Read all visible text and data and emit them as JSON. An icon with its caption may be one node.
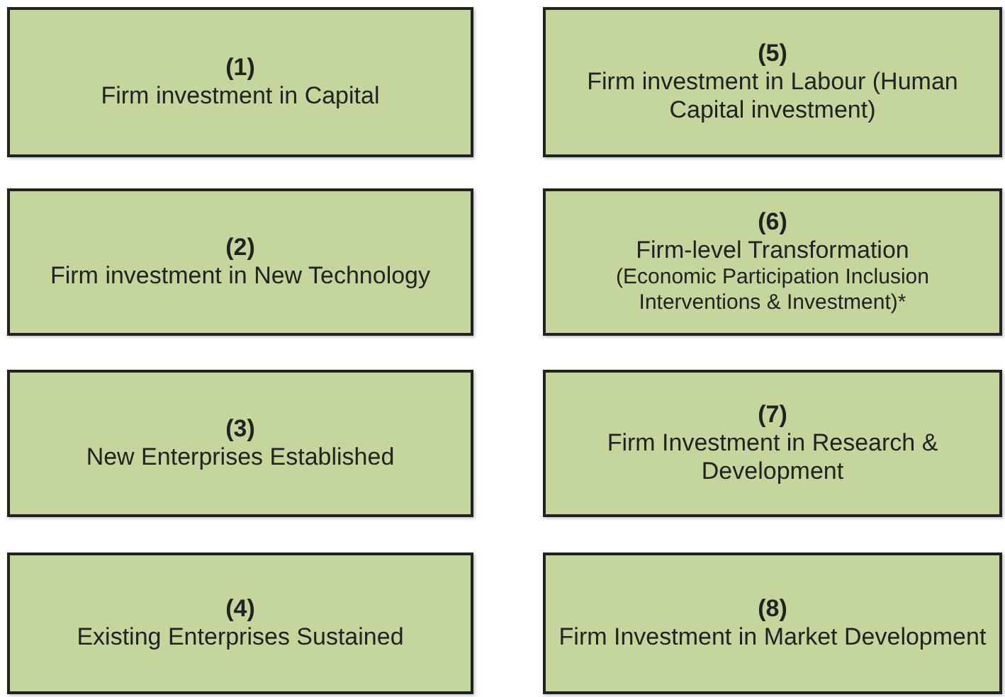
{
  "diagram": {
    "nodes": [
      {
        "text": [
          "(1)",
          "Firm investment in Capital"
        ]
      },
      {
        "text": [
          "(2)",
          "Firm investment in New Technology"
        ]
      },
      {
        "text": [
          "(3)",
          "New Enterprises Established"
        ]
      },
      {
        "text": [
          "(4)",
          "Existing Enterprises Sustained"
        ]
      },
      {
        "text": [
          "(5)",
          "Firm investment in Labour (Human Capital investment)"
        ]
      },
      {
        "text": [
          "(6)",
          "Firm-level Transformation",
          "(Economic Participation Inclusion Interventions & Investment)*"
        ]
      },
      {
        "text": [
          "(7)",
          "Firm Investment in Research & Development"
        ]
      },
      {
        "text": [
          "(8)",
          "Firm Investment in Market Development"
        ]
      }
    ]
  }
}
